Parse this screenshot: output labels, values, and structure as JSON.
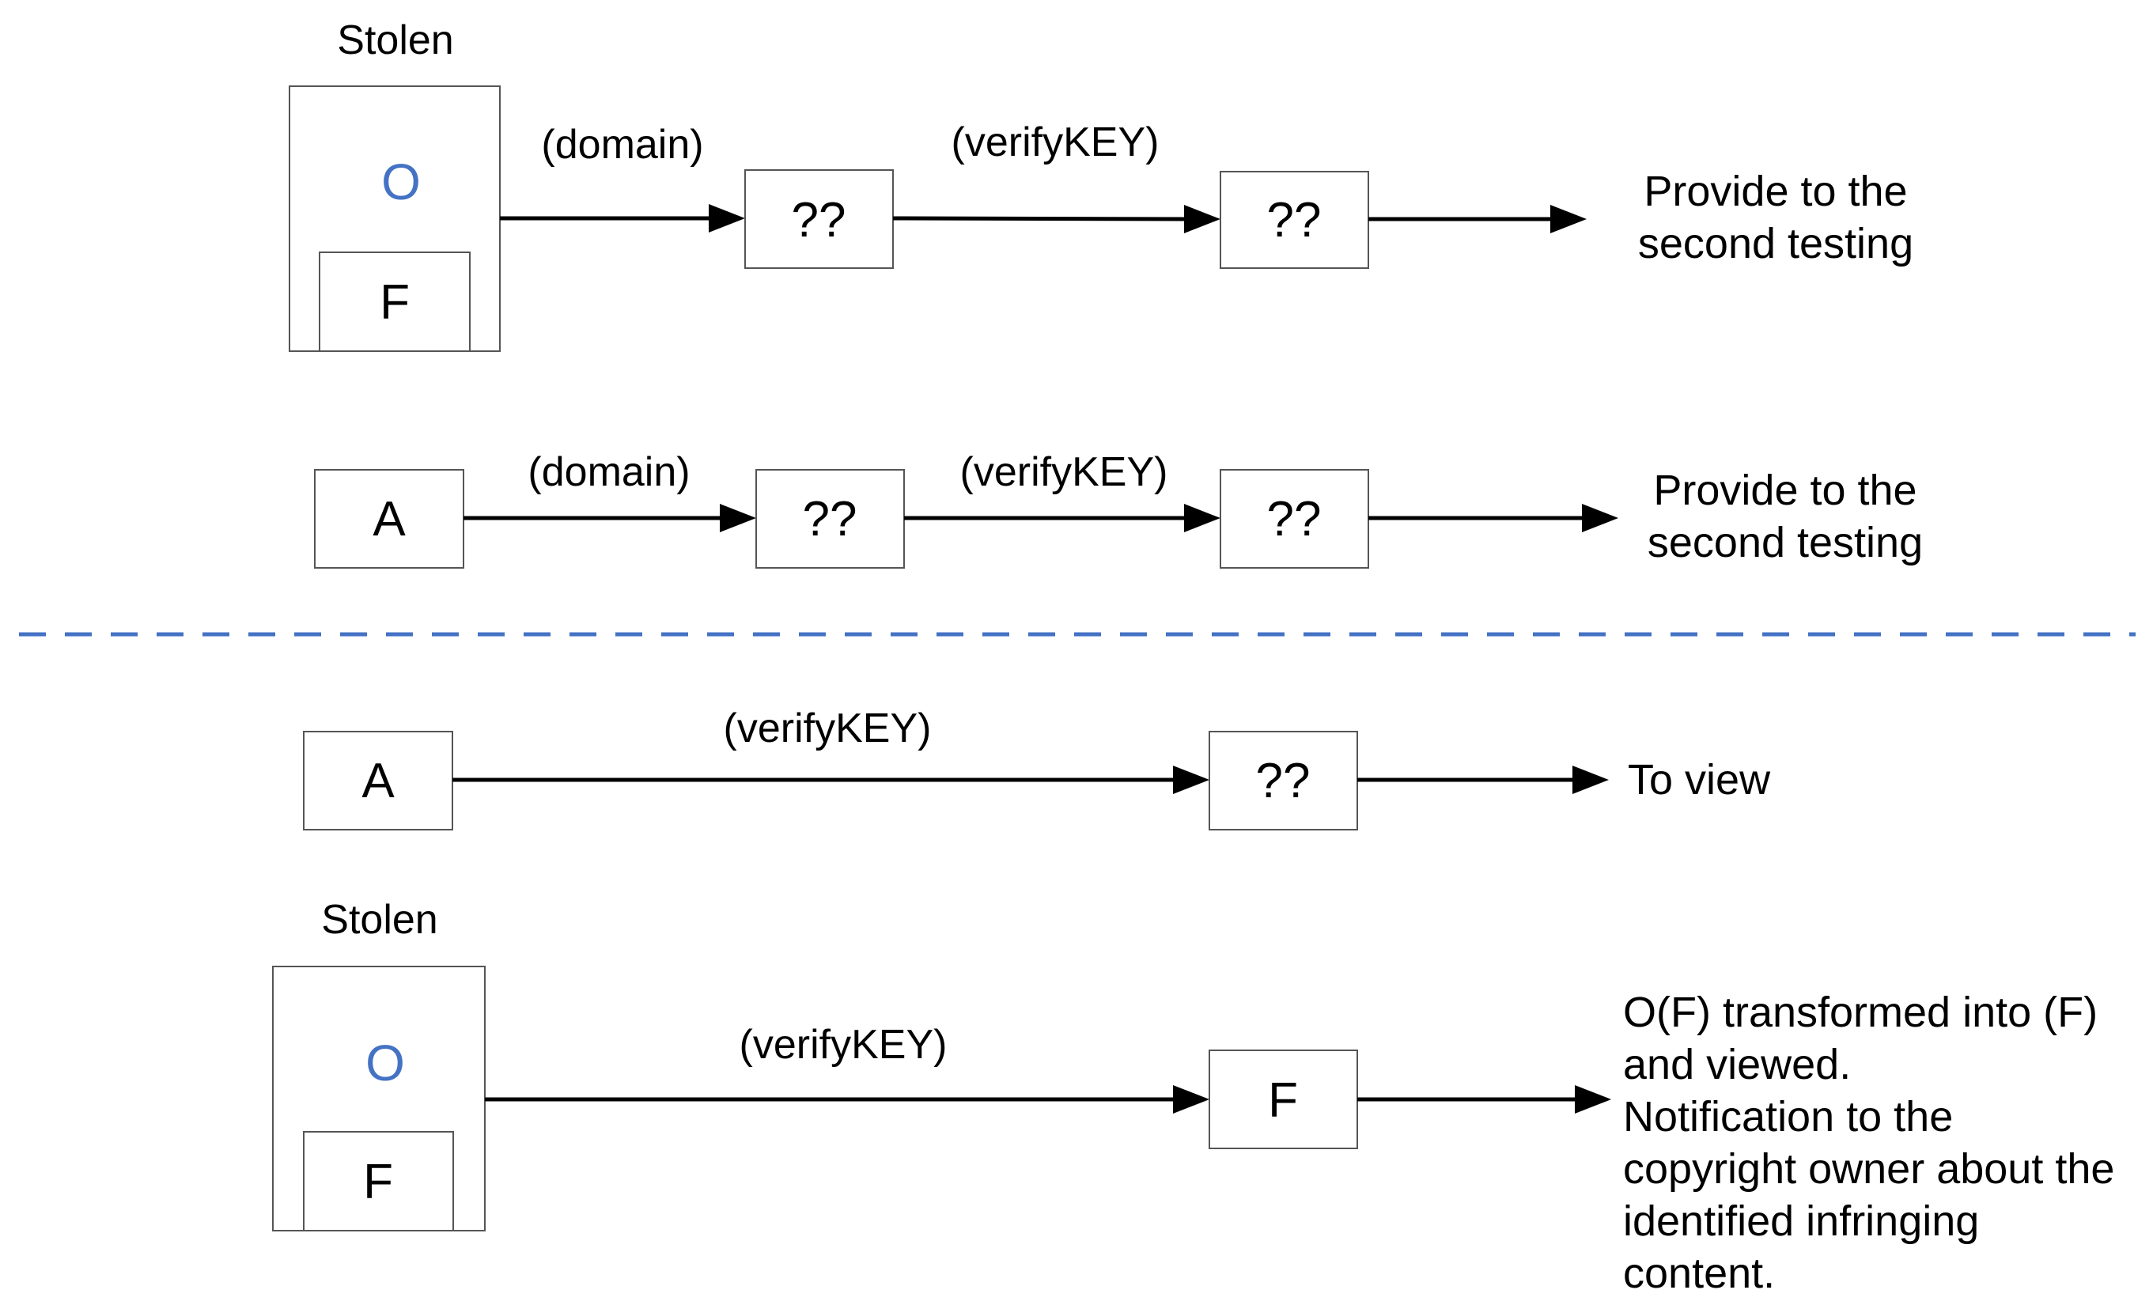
{
  "colors": {
    "accent": "#4472c4",
    "stroke": "#555555",
    "text": "#000000"
  },
  "flow1": {
    "stolen_label": "Stolen",
    "outer_label": "O",
    "inner_label": "F",
    "edge1_label": "(domain)",
    "box2_label": "??",
    "edge2_label": "(verifyKEY)",
    "box3_label": "??",
    "output_lines": [
      "Provide to the",
      "second testing"
    ]
  },
  "flow2": {
    "start_label": "A",
    "edge1_label": "(domain)",
    "box2_label": "??",
    "edge2_label": "(verifyKEY)",
    "box3_label": "??",
    "output_lines": [
      "Provide to the",
      "second testing"
    ]
  },
  "flow3": {
    "start_label": "A",
    "edge_label": "(verifyKEY)",
    "box_label": "??",
    "output_text": "To view"
  },
  "flow4": {
    "stolen_label": "Stolen",
    "outer_label": "O",
    "inner_label": "F",
    "edge_label": "(verifyKEY)",
    "box_label": "F",
    "output_lines": [
      "O(F) transformed into (F)",
      "and viewed.",
      "Notification to the",
      "copyright owner about the",
      "identified infringing",
      "content."
    ]
  }
}
